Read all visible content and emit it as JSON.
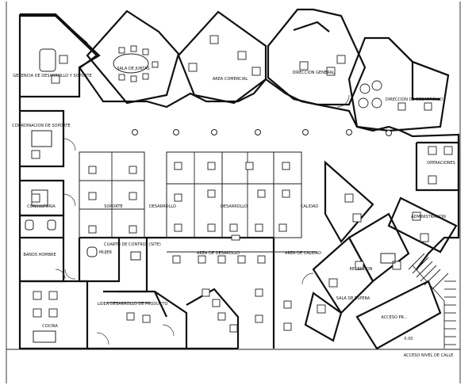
{
  "rooms": {
    "gerencia": "GERENCIA DE DESARROLLO Y SOPORTE",
    "sala_juntas": "SALA DE JUNTAS",
    "area_comercial": "AREA COMERCIAL",
    "direccion_general": "DIRECCION GENERAL",
    "direccion_desarrollo": "DIRECCION DE DESARROLLO",
    "coordinacion": "COORDINACION DE SOPORTE",
    "operaciones": "OPERACIONES",
    "consultoria": "CONSULTORIA",
    "soporte": "SOPORTE",
    "desarrollo_1": "DESARROLLO",
    "desarrollo_2": "DESARROLLO",
    "calidad": "CALIDAD",
    "administracion": "ADMINISTRACION",
    "banos_hombre": "BAÑOS HOMBRE",
    "mujer": "MUJER",
    "cuarto_control": "CUARTO DE CONTROL (SITE)",
    "area_de_desarollo": "AREA DE DESAROLLO",
    "area_de_calidad": "AREA DE CALIDAD",
    "recepcion": "RECEPCION",
    "sala_espera": "SALA DE ESPERA",
    "lider": "LIDER DESARROLLO DE PRODUCTO",
    "cocina": "COCINA",
    "acceso": "ACCESO PR...",
    "acceso_nivel": "ACCESO NIVEL DE CALLE",
    "level_mark": "0.00"
  }
}
